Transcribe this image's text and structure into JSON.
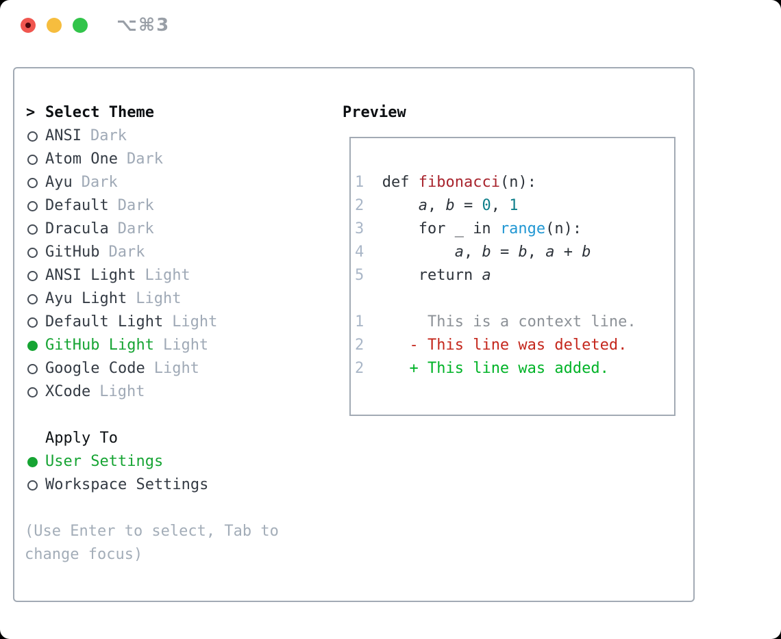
{
  "titlebar": {
    "shortcut": "⌥⌘3"
  },
  "colors": {
    "accent_green": "#16a433",
    "diff_add_green": "#00b327",
    "diff_del_red": "#c4271c",
    "function_red": "#a8242d",
    "literal_teal": "#0d7e8a",
    "builtin_blue": "#2197d3",
    "muted_suffix_gray": "#9fa9b6",
    "line_number_gray": "#a9b6c7",
    "context_gray": "#8c9197",
    "hint_gray": "#a3adb8",
    "border_gray": "#a2aab4",
    "text_dark": "#2d333a",
    "traffic_red": "#f0564f",
    "traffic_yellow": "#f6bd3e",
    "traffic_green": "#32c44a"
  },
  "picker": {
    "prompt": ">",
    "title": "Select Theme",
    "items": [
      {
        "label": "ANSI",
        "variant": "Dark",
        "selected": false
      },
      {
        "label": "Atom One",
        "variant": "Dark",
        "selected": false
      },
      {
        "label": "Ayu",
        "variant": "Dark",
        "selected": false
      },
      {
        "label": "Default",
        "variant": "Dark",
        "selected": false
      },
      {
        "label": "Dracula",
        "variant": "Dark",
        "selected": false
      },
      {
        "label": "GitHub",
        "variant": "Dark",
        "selected": false
      },
      {
        "label": "ANSI Light",
        "variant": "Light",
        "selected": false
      },
      {
        "label": "Ayu Light",
        "variant": "Light",
        "selected": false
      },
      {
        "label": "Default Light",
        "variant": "Light",
        "selected": false
      },
      {
        "label": "GitHub Light",
        "variant": "Light",
        "selected": true
      },
      {
        "label": "Google Code",
        "variant": "Light",
        "selected": false
      },
      {
        "label": "XCode",
        "variant": "Light",
        "selected": false
      }
    ],
    "apply": {
      "title": "Apply To",
      "options": [
        {
          "label": "User Settings",
          "selected": true
        },
        {
          "label": "Workspace Settings",
          "selected": false
        }
      ]
    },
    "hint": [
      "(Use Enter to select, Tab to",
      "change focus)"
    ]
  },
  "preview": {
    "title": "Preview",
    "lines": [
      {
        "tokens": [
          [
            "num",
            "1"
          ],
          [
            "code",
            "  def "
          ],
          [
            "func",
            "fibonacci"
          ],
          [
            "code",
            "(n):"
          ]
        ]
      },
      {
        "tokens": [
          [
            "num",
            "2"
          ],
          [
            "code",
            "      "
          ],
          [
            "var",
            "a"
          ],
          [
            "code",
            ", "
          ],
          [
            "var",
            "b"
          ],
          [
            "code",
            " = "
          ],
          [
            "lit",
            "0"
          ],
          [
            "code",
            ", "
          ],
          [
            "lit",
            "1"
          ]
        ]
      },
      {
        "tokens": [
          [
            "num",
            "3"
          ],
          [
            "code",
            "      for _ in "
          ],
          [
            "builtin",
            "range"
          ],
          [
            "code",
            "(n):"
          ]
        ]
      },
      {
        "tokens": [
          [
            "num",
            "4"
          ],
          [
            "code",
            "          "
          ],
          [
            "var",
            "a"
          ],
          [
            "code",
            ", "
          ],
          [
            "var",
            "b"
          ],
          [
            "code",
            " = "
          ],
          [
            "var",
            "b"
          ],
          [
            "code",
            ", "
          ],
          [
            "var",
            "a"
          ],
          [
            "code",
            " + "
          ],
          [
            "var",
            "b"
          ]
        ]
      },
      {
        "tokens": [
          [
            "num",
            "5"
          ],
          [
            "code",
            "      return "
          ],
          [
            "var",
            "a"
          ]
        ]
      },
      {
        "tokens": []
      },
      {
        "tokens": [
          [
            "num",
            "1"
          ],
          [
            "code",
            "       "
          ],
          [
            "ctx",
            "This is a context line."
          ]
        ]
      },
      {
        "tokens": [
          [
            "num",
            "2"
          ],
          [
            "code",
            "     "
          ],
          [
            "del",
            "- This line was deleted."
          ]
        ]
      },
      {
        "tokens": [
          [
            "num",
            "2"
          ],
          [
            "code",
            "     "
          ],
          [
            "add",
            "+ This line was added."
          ]
        ]
      }
    ]
  }
}
